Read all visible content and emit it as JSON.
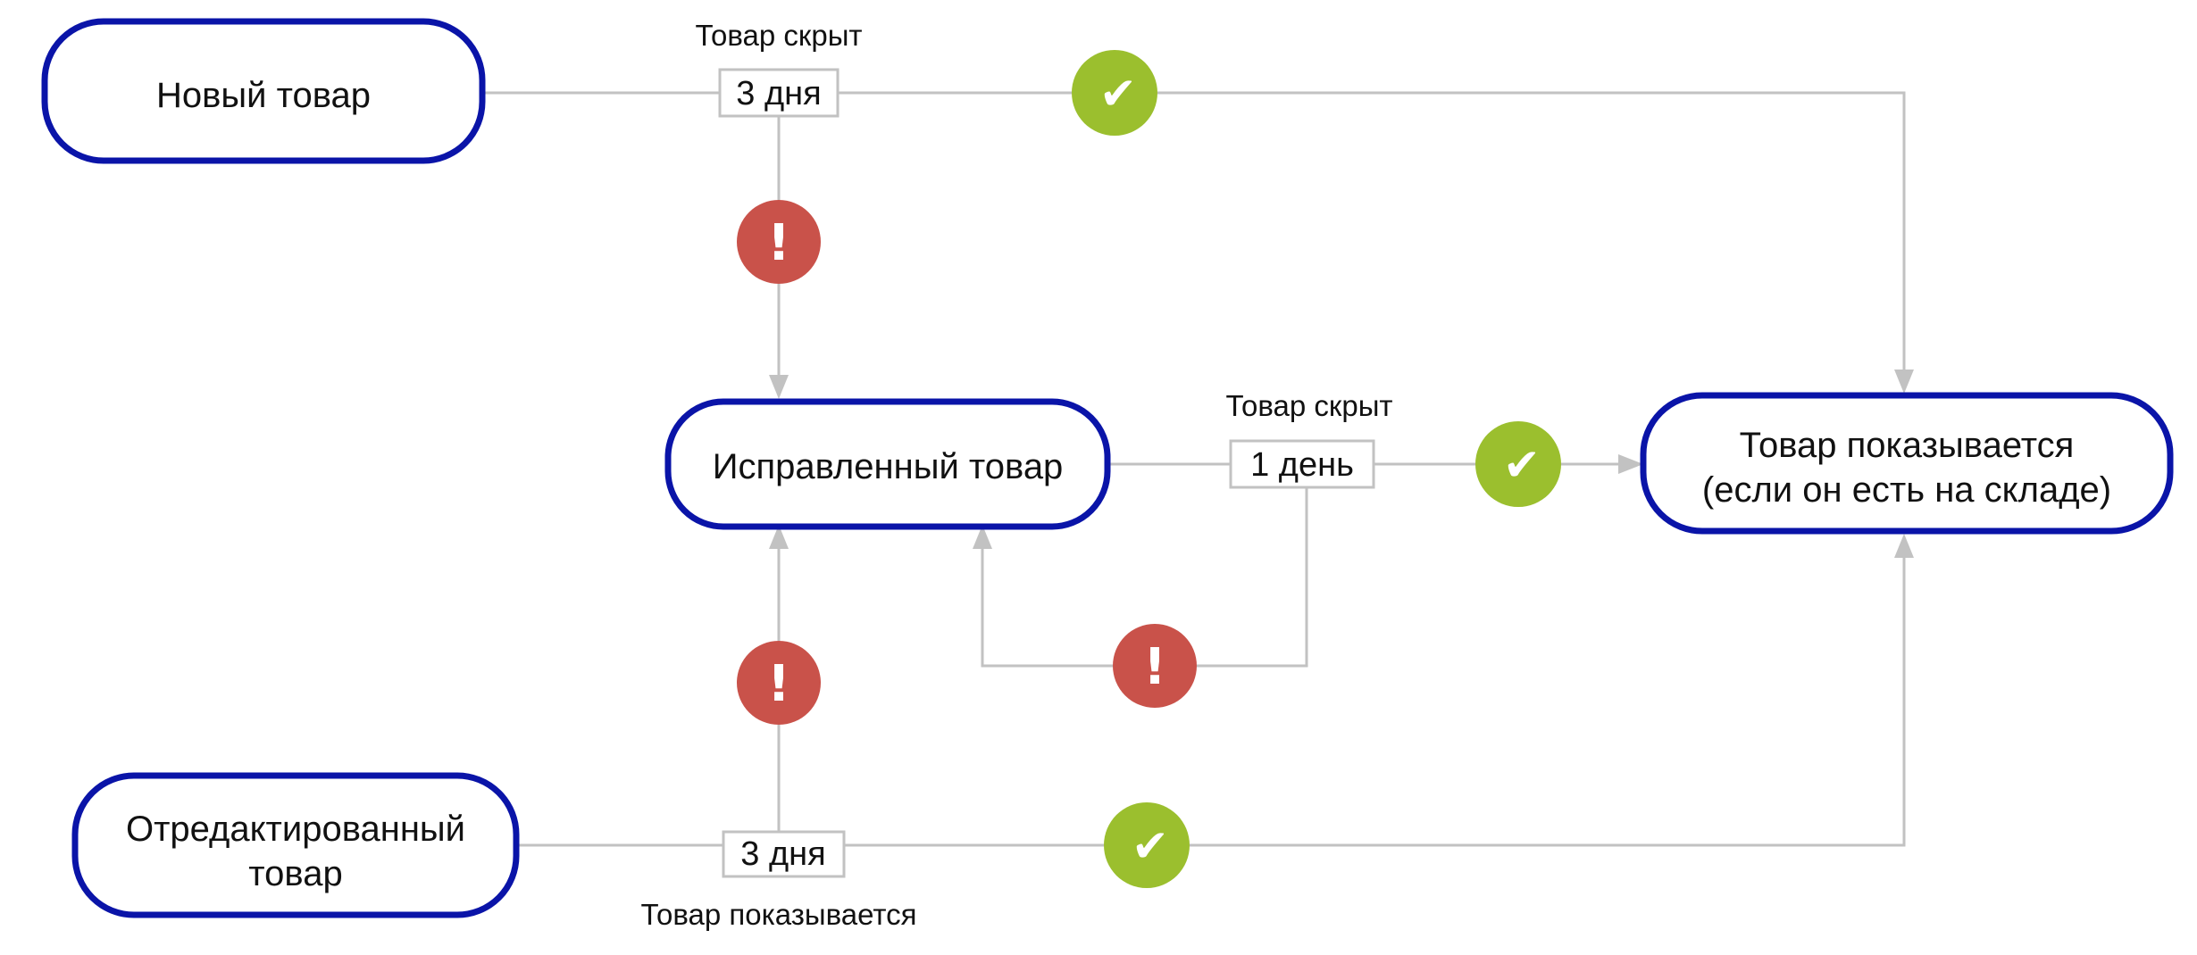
{
  "nodes": {
    "new_product": {
      "lines": [
        "Новый товар"
      ]
    },
    "fixed_product": {
      "lines": [
        "Исправленный товар"
      ]
    },
    "edited_product": {
      "lines": [
        "Отредактированный",
        "товар"
      ]
    },
    "product_shown": {
      "lines": [
        "Товар показывается",
        "(если он есть на складе)"
      ]
    }
  },
  "durations": {
    "new_product": "3 дня",
    "fixed_product": "1 день",
    "edited_product": "3 дня"
  },
  "notes": {
    "new_product": "Товар скрыт",
    "fixed_product": "Товар скрыт",
    "edited_product": "Товар показывается"
  },
  "icons": {
    "success": "check-icon",
    "error": "exclamation-icon",
    "success_color": "#9bbf2e",
    "error_color": "#c9524a",
    "node_border_color": "#0a14a8",
    "connector_color": "#c2c2c2"
  }
}
